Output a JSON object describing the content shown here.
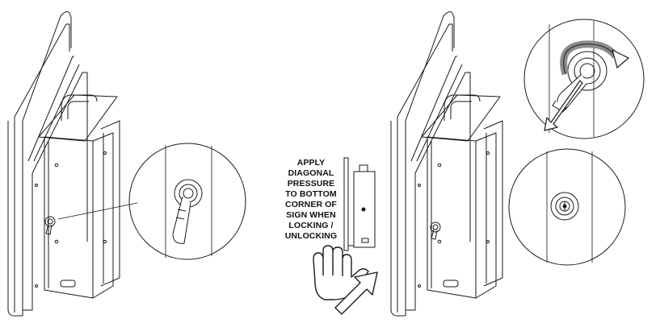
{
  "instruction": {
    "lines": [
      "APPLY",
      "DIAGONAL",
      "PRESSURE",
      "TO BOTTOM",
      "CORNER OF",
      "SIGN WHEN",
      "LOCKING /",
      "UNLOCKING"
    ]
  },
  "colors": {
    "line": "#1a1a1a",
    "background": "#ffffff",
    "rotation_arrow": "#8c8c8c"
  },
  "icons": [
    "hand-icon",
    "diagonal-push-arrow",
    "rotation-arrow",
    "pull-out-arrow",
    "key-icon",
    "lock-cylinder"
  ]
}
